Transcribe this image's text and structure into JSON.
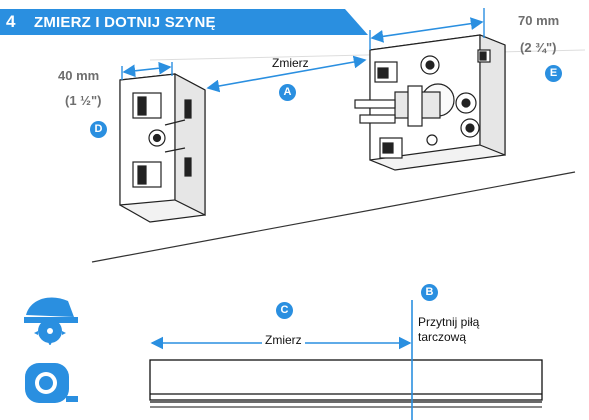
{
  "step": {
    "number": "4",
    "title": "ZMIERZ I DOTNIJ SZYNĘ"
  },
  "labels": {
    "measure_top": "Zmierz",
    "measure_bottom": "Zmierz",
    "cut": "Przytnij piłą tarczową",
    "d_size_mm": "40 mm",
    "d_size_in": "(1 ½\")",
    "e_size_mm": "70 mm",
    "e_size_in": "(2 ¾\")"
  },
  "markers": {
    "a": "A",
    "b": "B",
    "c": "C",
    "d": "D",
    "e": "E"
  },
  "icons": [
    "circular-saw-icon",
    "tape-measure-icon"
  ],
  "colors": {
    "accent": "#2a8fe0",
    "banner": "#2a8fe0",
    "line": "#333333",
    "grey_text": "#6e6e6e"
  }
}
